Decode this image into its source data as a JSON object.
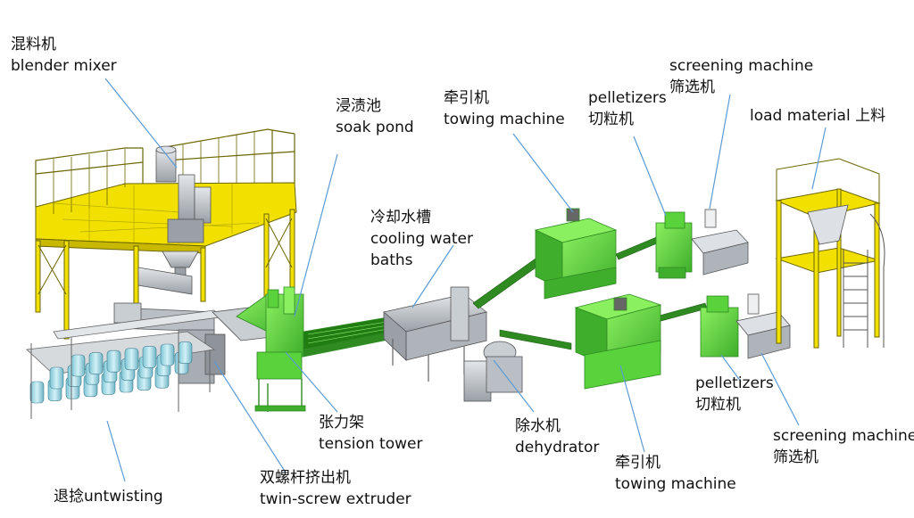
{
  "labels": {
    "blender": {
      "zh": "混料机",
      "en": "blender mixer"
    },
    "soak": {
      "zh": "浸渍池",
      "en": "soak pond"
    },
    "towing_top": {
      "zh": "牵引机",
      "en": "towing machine"
    },
    "pelletizer_top": {
      "en": "pelletizers",
      "zh": "切粒机"
    },
    "screening_top": {
      "en": "screening machine",
      "zh": "筛选机"
    },
    "load": {
      "text": "load material 上料"
    },
    "cooling": {
      "zh": "冷却水槽",
      "en1": "cooling water",
      "en2": "baths"
    },
    "tension": {
      "zh": "张力架",
      "en": "tension tower"
    },
    "dehydrator": {
      "zh": "除水机",
      "en": "dehydrator"
    },
    "towing_bottom": {
      "zh": "牵引机",
      "en": "towing machine"
    },
    "pelletizer_bottom": {
      "en": "pelletizers",
      "zh": "切粒机"
    },
    "screening_bottom": {
      "en": "screening machine",
      "zh": "筛选机"
    },
    "extruder": {
      "zh": "双螺杆挤出机",
      "en": "twin-screw extruder"
    },
    "untwisting": {
      "text": "退捻untwisting"
    }
  },
  "colors": {
    "frame_yellow": "#f2e000",
    "frame_edge": "#6b6600",
    "machine_green": "#5ad23c",
    "machine_green_dark": "#2f8a22",
    "machine_green_light": "#8bf060",
    "steel": "#c9ced3",
    "steel_dark": "#7b8088",
    "leader_line": "#5b9bd5",
    "bobbin_blue": "#a9dde8"
  }
}
